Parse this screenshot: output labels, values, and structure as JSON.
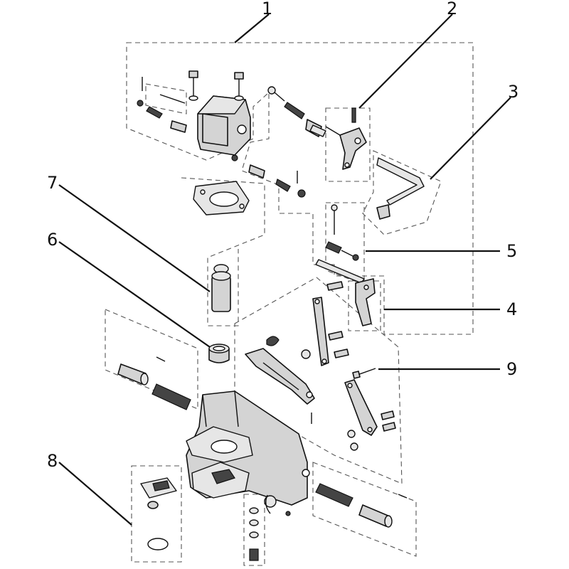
{
  "diagram": {
    "callouts": [
      {
        "id": "1",
        "label": "1"
      },
      {
        "id": "2",
        "label": "2"
      },
      {
        "id": "3",
        "label": "3"
      },
      {
        "id": "4",
        "label": "4"
      },
      {
        "id": "5",
        "label": "5"
      },
      {
        "id": "6",
        "label": "6"
      },
      {
        "id": "7",
        "label": "7"
      },
      {
        "id": "8",
        "label": "8"
      },
      {
        "id": "9",
        "label": "9"
      }
    ],
    "colors": {
      "ink": "#111111",
      "part_fill": "#d4d4d4",
      "light_fill": "#e6e6e6",
      "dashed_outline": "#555555"
    }
  }
}
